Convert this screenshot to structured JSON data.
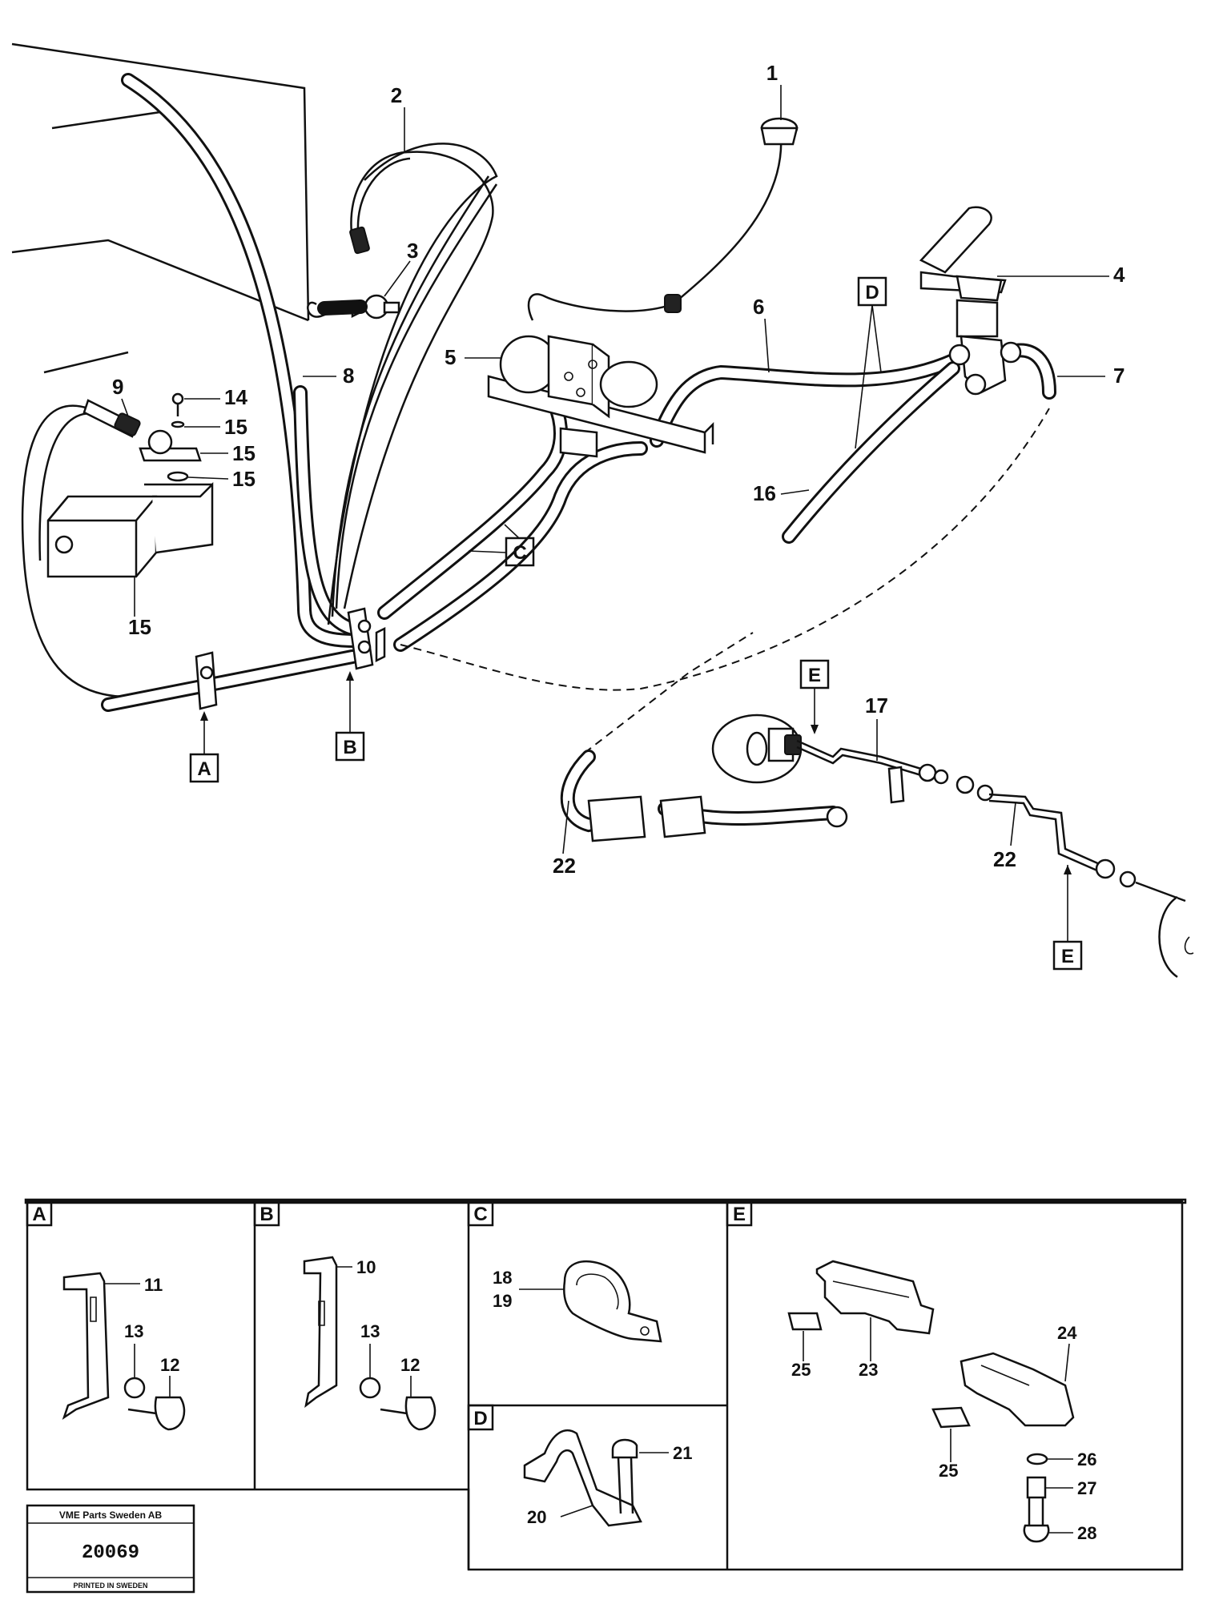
{
  "callouts": [
    "1",
    "2",
    "3",
    "4",
    "5",
    "6",
    "7",
    "8",
    "9",
    "14",
    "15",
    "15",
    "15",
    "15",
    "16",
    "17",
    "22",
    "22"
  ],
  "refs": [
    "A",
    "B",
    "C",
    "D",
    "E",
    "E"
  ],
  "panels": [
    {
      "letter": "A",
      "labels": [
        "11",
        "13",
        "12"
      ]
    },
    {
      "letter": "B",
      "labels": [
        "10",
        "13",
        "12"
      ]
    },
    {
      "letter": "C",
      "labels": [
        "18",
        "19"
      ]
    },
    {
      "letter": "D",
      "labels": [
        "21",
        "20"
      ]
    },
    {
      "letter": "E",
      "labels": [
        "24",
        "25",
        "23",
        "25",
        "26",
        "27",
        "28"
      ]
    }
  ],
  "stamp": {
    "company": "VME Parts Sweden AB",
    "number": "20069",
    "printed": "PRINTED IN SWEDEN"
  }
}
